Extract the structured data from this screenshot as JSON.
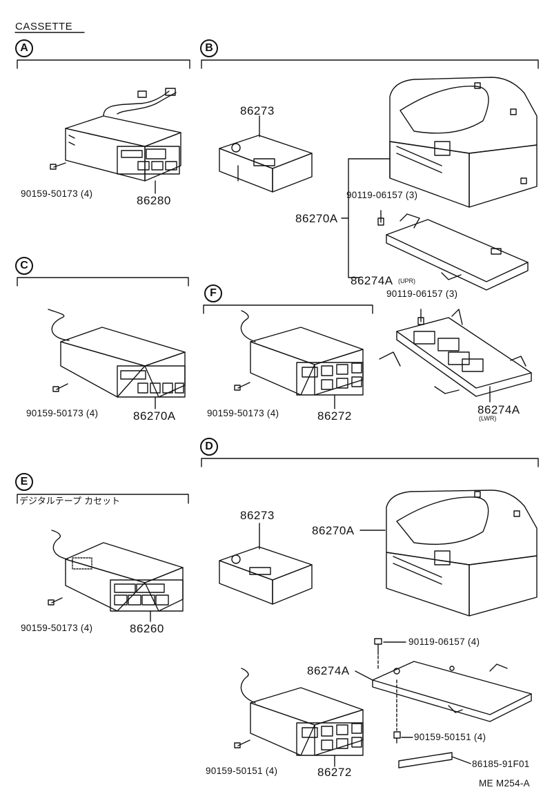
{
  "title": "CASSETTE",
  "sections": {
    "A": {
      "letter": "A",
      "part": "86280",
      "bolt": "90159-50173 (4)"
    },
    "B": {
      "letter": "B",
      "amp": "86273",
      "changer": "86270A",
      "bolt_upr": "90119-06157 (3)",
      "bracket_upr": "86274A",
      "bracket_upr_note": "(UPR)",
      "bolt_lwr": "90119-06157 (3)",
      "bracket_lwr": "86274A",
      "bracket_lwr_note": "(LWR)"
    },
    "C": {
      "letter": "C",
      "part": "86270A",
      "bolt": "90159-50173 (4)"
    },
    "F": {
      "letter": "F",
      "part": "86272",
      "bolt": "90159-50173 (4)"
    },
    "E": {
      "letter": "E",
      "caption": "デジタルテープ カセット",
      "part": "86260",
      "bolt": "90159-50173 (4)"
    },
    "D": {
      "letter": "D",
      "amp": "86273",
      "changer": "86270A",
      "bolt_top": "90119-06157 (4)",
      "bracket": "86274A",
      "bolt_bottom": "90159-50151 (4)",
      "pad": "86185-91F01",
      "deck": "86272",
      "deck_bolt": "90159-50151 (4)"
    }
  },
  "footer_code": "ME M254-A"
}
